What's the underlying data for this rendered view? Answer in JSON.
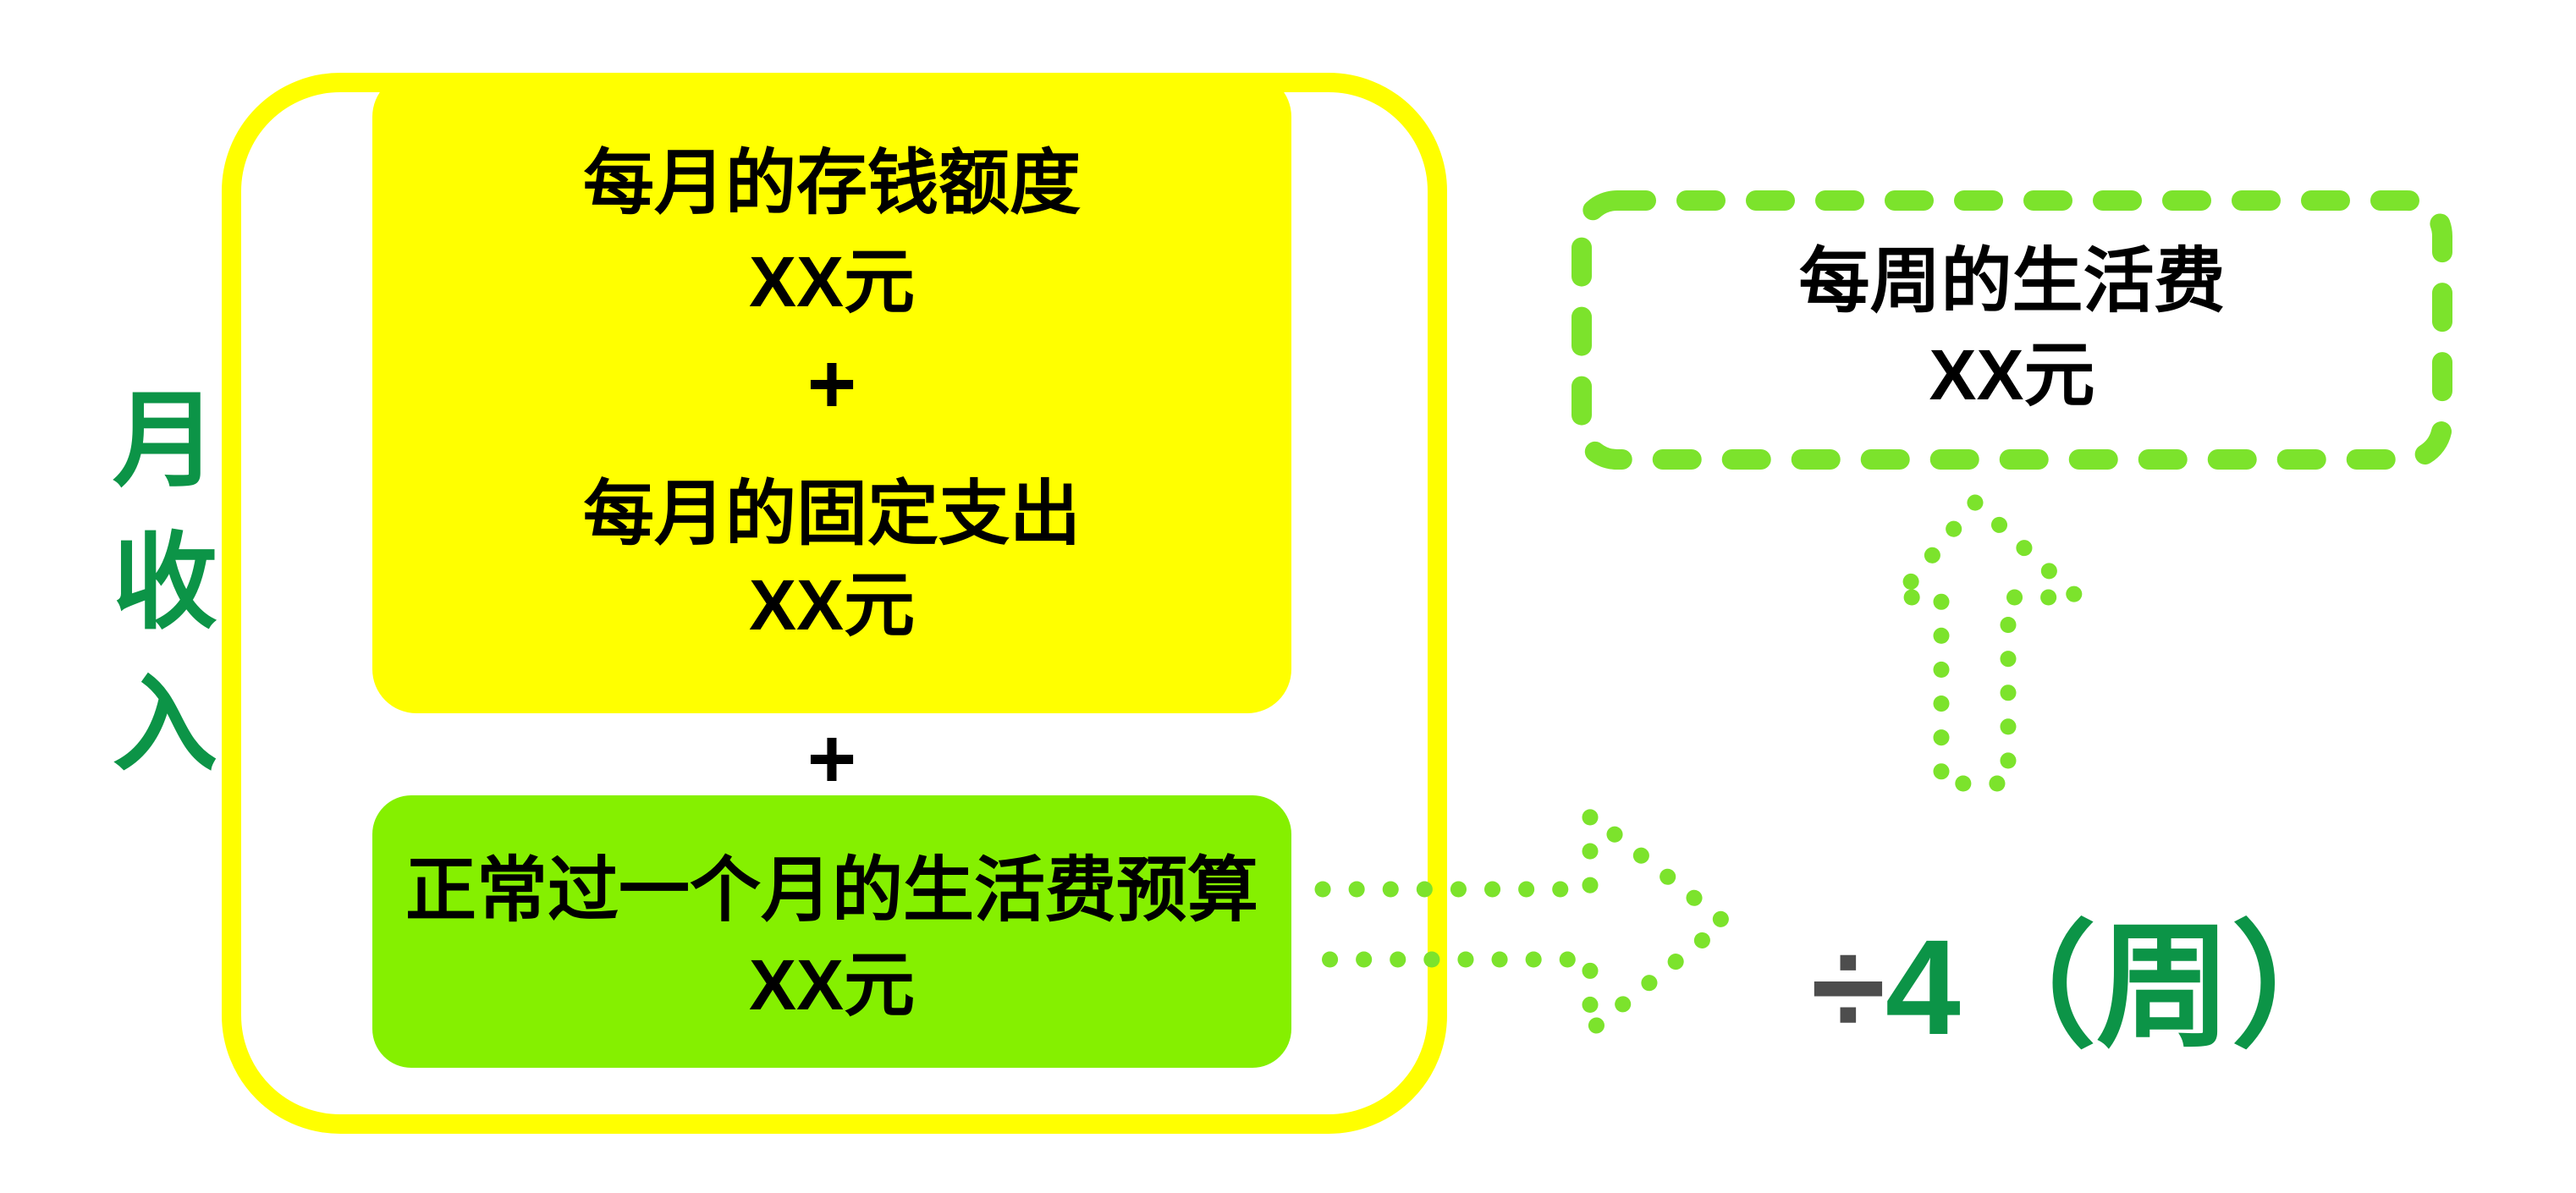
{
  "diagram": {
    "income_label": {
      "text": "月收入",
      "chars": [
        "月",
        "收",
        "入"
      ]
    },
    "monthly_box": {
      "savings_label": "每月的存钱额度",
      "savings_value": "XX元",
      "plus": "+",
      "fixed_label": "每月的固定支出",
      "fixed_value": "XX元"
    },
    "outer_plus": "+",
    "living_box": {
      "label": "正常过一个月的生活费预算",
      "value": "XX元"
    },
    "divide_expr": {
      "symbol": "÷",
      "rest": "4（周）"
    },
    "weekly_box": {
      "label": "每周的生活费",
      "value": "XX元"
    },
    "icons": {
      "right_arrow": "right-dotted-arrow",
      "up_arrow": "up-dotted-arrow"
    },
    "colors": {
      "outline_yellow": "#FFFF00",
      "box_green": "#85F000",
      "dot_green": "#7CE32C",
      "dark_green_text": "#0C9447",
      "divide_gray": "#4D4D4D",
      "text_black": "#000000"
    }
  }
}
